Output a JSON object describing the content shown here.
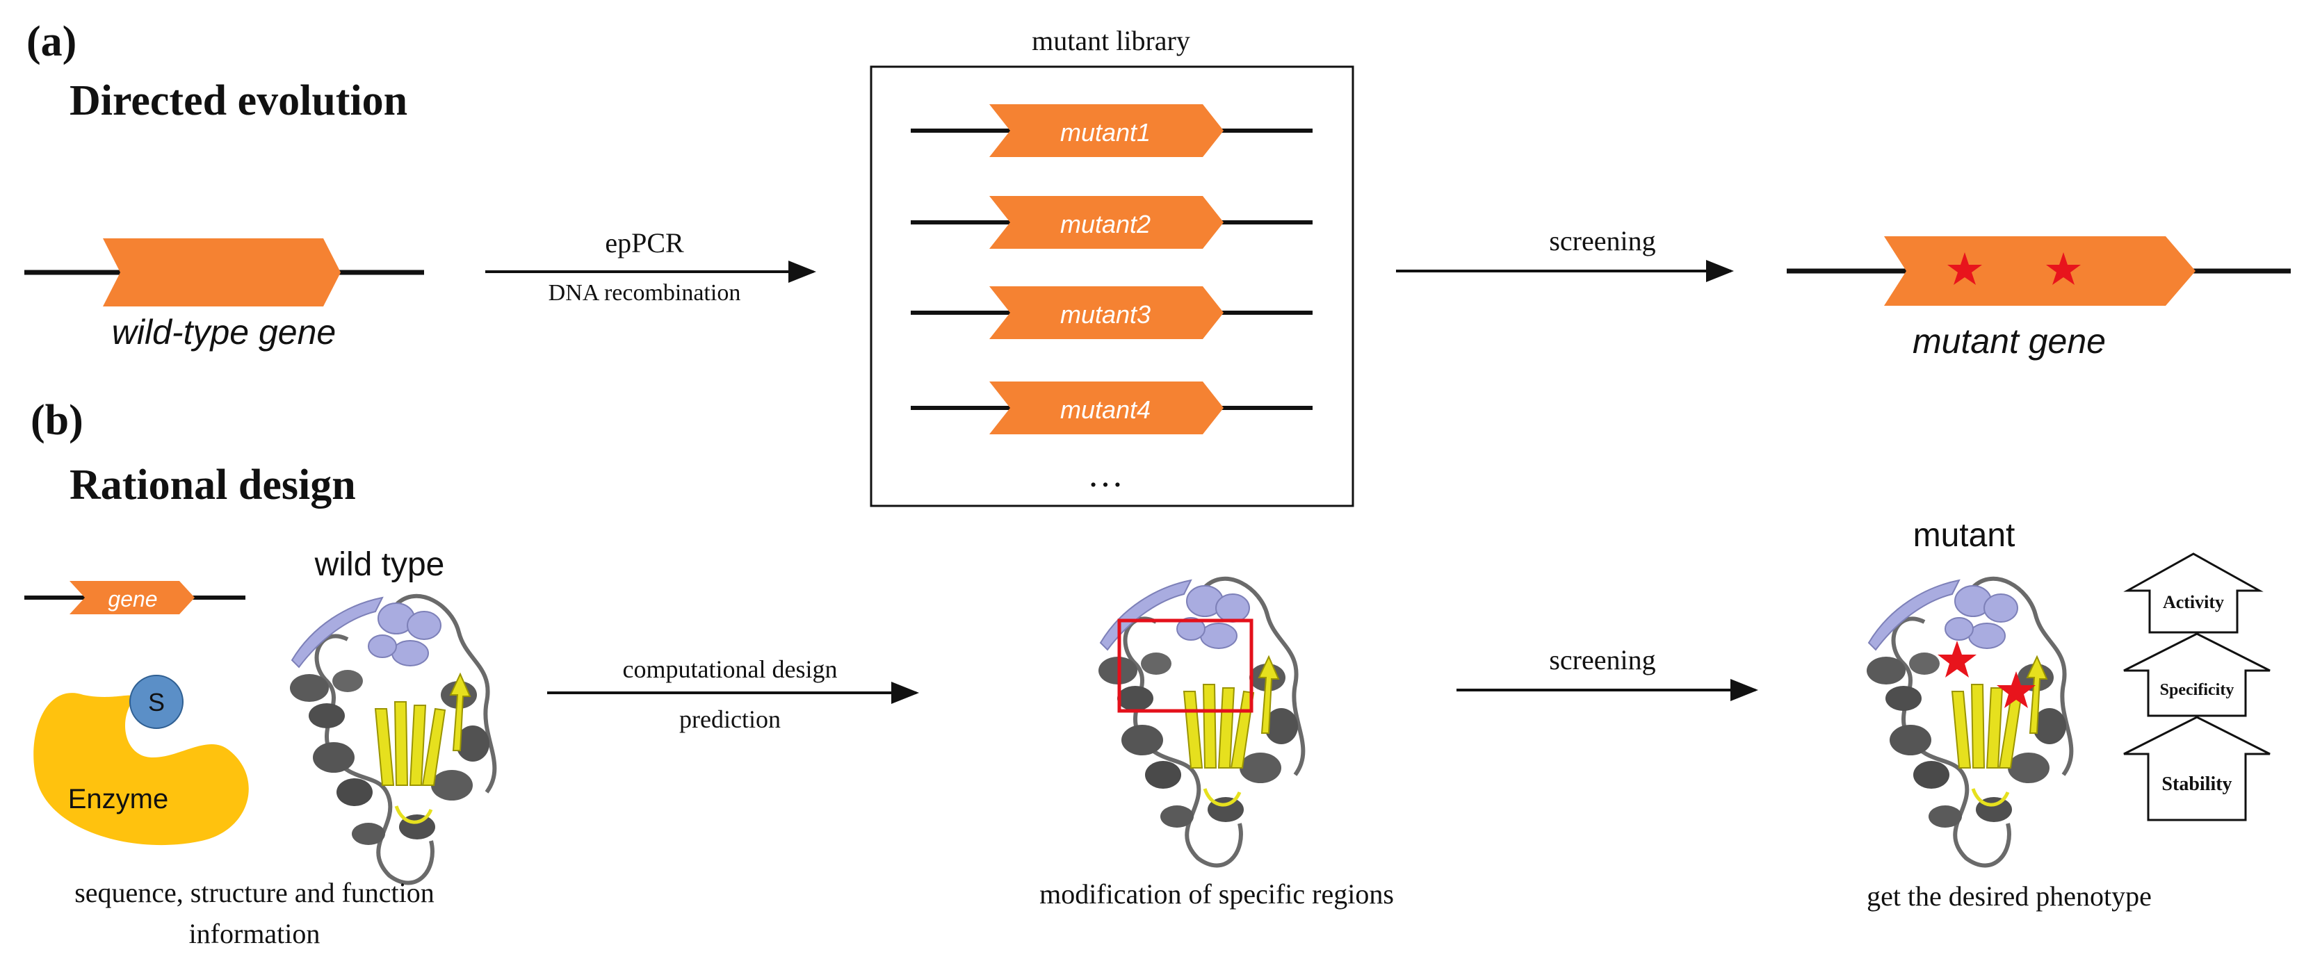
{
  "panel_a": {
    "label": "(a)",
    "title": "Directed evolution",
    "wild_type_label": "wild-type gene",
    "method_top": "epPCR",
    "method_bottom": "DNA recombination",
    "library": {
      "title": "mutant library",
      "items": [
        "mutant1",
        "mutant2",
        "mutant3",
        "mutant4"
      ],
      "ellipsis": "…"
    },
    "screening_label": "screening",
    "result_label": "mutant gene"
  },
  "panel_b": {
    "label": "(b)",
    "title": "Rational design",
    "gene_label": "gene",
    "substrate_label": "S",
    "enzyme_label": "Enzyme",
    "wild_type_title": "wild type",
    "info_caption_line1": "sequence, structure and function",
    "info_caption_line2": "information",
    "design_top": "computational design",
    "design_bottom": "prediction",
    "modification_caption": "modification of specific regions",
    "screening_label": "screening",
    "mutant_title": "mutant",
    "improvements": [
      "Activity",
      "Specificity",
      "Stability"
    ],
    "result_caption": "get the desired phenotype"
  },
  "colors": {
    "gene_orange": "#f58232",
    "enzyme_yellow": "#ffc20e",
    "substrate_blue": "#5b8fc7",
    "helix_lavender": "#a9ace0",
    "protein_gray": "#5a5a5a",
    "sheet_yellow": "#e6e01e",
    "highlight_red": "#e4101b",
    "star_red": "#e8141c"
  }
}
